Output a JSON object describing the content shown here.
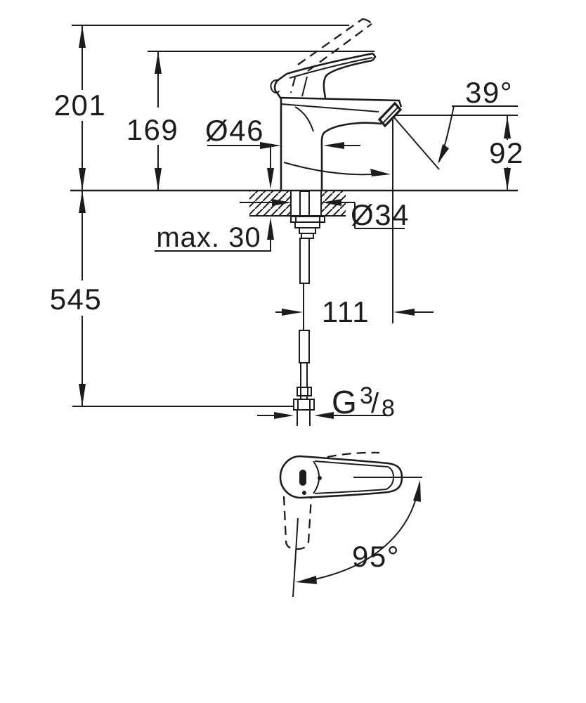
{
  "drawing": {
    "description": "Technical dimension drawing of a single-lever basin mixer faucet, side view with mounting shank and flexible hose, plus top view of handle swivel range",
    "line_color": "#1c1c1c",
    "background_color": "#ffffff"
  },
  "labels": {
    "overall_height": "201",
    "lever_height": "169",
    "body_diameter": "Ø46",
    "spray_angle": "39°",
    "outlet_height": "92",
    "hole_diameter": "Ø34",
    "max_deck_thickness": "max. 30",
    "hose_length": "545",
    "spout_reach": "111",
    "thread_g": "G",
    "thread_numerator": "3",
    "thread_slash": "/",
    "thread_denominator": "8",
    "swivel_angle": "95°"
  }
}
